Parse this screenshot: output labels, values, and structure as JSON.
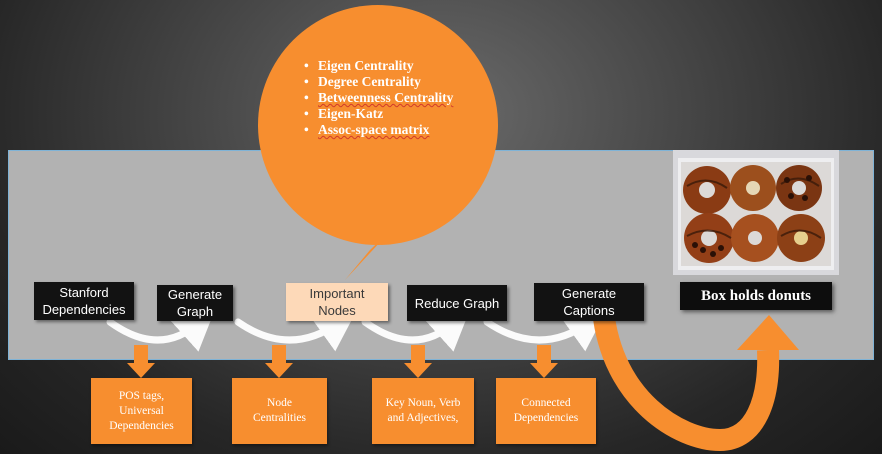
{
  "pipeline": [
    {
      "label": "Stanford\nDependencies"
    },
    {
      "label": "Generate\nGraph"
    },
    {
      "label": "Important\nNodes"
    },
    {
      "label": "Reduce Graph"
    },
    {
      "label": "Generate\nCaptions"
    }
  ],
  "bubble": {
    "items": [
      "Eigen Centrality",
      "Degree Centrality",
      "Betweenness Centrality",
      "Eigen-Katz",
      "Assoc-space matrix"
    ]
  },
  "notes": [
    {
      "label": "POS tags,\nUniversal\nDependencies"
    },
    {
      "label": "Node\nCentralities"
    },
    {
      "label": "Key Noun, Verb\nand Adjectives,"
    },
    {
      "label": "Connected\nDependencies"
    }
  ],
  "result": {
    "caption": "Box holds donuts"
  },
  "colors": {
    "orange": "#f78e2f",
    "highlight": "#fdd9b8",
    "band": "#b2b2b2",
    "node": "#121212"
  }
}
